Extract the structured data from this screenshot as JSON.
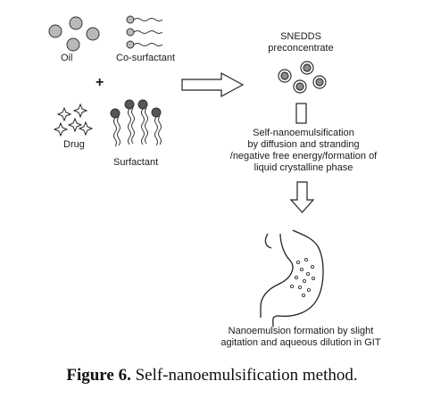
{
  "diagram": {
    "labels": {
      "oil": "Oil",
      "cosurfactant": "Co-surfactant",
      "plus": "+",
      "drug": "Drug",
      "surfactant": "Surfactant",
      "snedds_line1": "SNEDDS",
      "snedds_line2": "preconcentrate",
      "step_line1": "Self-nanoemulsification",
      "step_line2": "by diffusion and stranding",
      "step_line3": "/negative free energy/formation of",
      "step_line4": "liquid crystalline phase",
      "result_line1": "Nanoemulsion formation by slight",
      "result_line2": "agitation and aqueous dilution in GIT"
    },
    "colors": {
      "stroke": "#333333",
      "oil_fill": "#b9b9b9",
      "head_fill": "#555555",
      "droplet_core": "#8c8c8c"
    }
  },
  "caption": {
    "label": "Figure 6.",
    "text": " Self-nanoemulsification method."
  }
}
